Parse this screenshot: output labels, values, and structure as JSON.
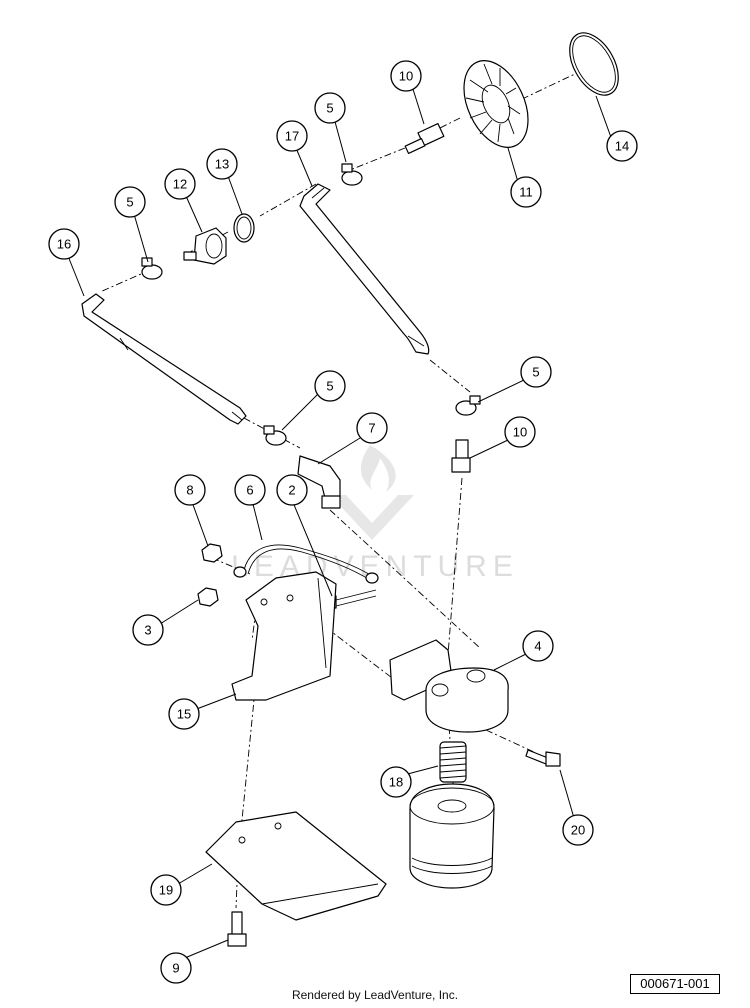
{
  "callouts": [
    {
      "id": "c1",
      "label": "10"
    },
    {
      "id": "c2",
      "label": "14"
    },
    {
      "id": "c3",
      "label": "5"
    },
    {
      "id": "c4",
      "label": "11"
    },
    {
      "id": "c5",
      "label": "17"
    },
    {
      "id": "c6",
      "label": "13"
    },
    {
      "id": "c7",
      "label": "12"
    },
    {
      "id": "c8",
      "label": "5"
    },
    {
      "id": "c9",
      "label": "16"
    },
    {
      "id": "c10",
      "label": "5"
    },
    {
      "id": "c11",
      "label": "7"
    },
    {
      "id": "c12",
      "label": "5"
    },
    {
      "id": "c13",
      "label": "10"
    },
    {
      "id": "c14",
      "label": "8"
    },
    {
      "id": "c15",
      "label": "6"
    },
    {
      "id": "c16",
      "label": "2"
    },
    {
      "id": "c17",
      "label": "3"
    },
    {
      "id": "c18",
      "label": "4"
    },
    {
      "id": "c19",
      "label": "15"
    },
    {
      "id": "c20",
      "label": "18"
    },
    {
      "id": "c21",
      "label": "20"
    },
    {
      "id": "c22",
      "label": "19"
    },
    {
      "id": "c23",
      "label": "9"
    }
  ],
  "watermark": "LEADVENTURE",
  "diagram_id": "000671-001",
  "footer": "Rendered by LeadVenture, Inc."
}
